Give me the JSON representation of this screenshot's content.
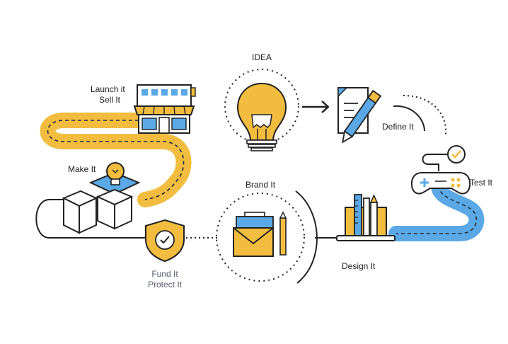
{
  "colors": {
    "yellow": "#f2bd3f",
    "blue": "#5aa9e6",
    "dark": "#1f2a36",
    "line": "#222222"
  },
  "steps": {
    "idea": "IDEA",
    "define": "Define It",
    "test": "Test It",
    "design": "Design It",
    "brand": "Brand It",
    "fund": "Fund It",
    "protect": "Protect It",
    "make": "Make It",
    "launch": "Launch it",
    "sell": "Sell It"
  },
  "icons": [
    "lightbulb-icon",
    "document-pen-icon",
    "gamepad-icon",
    "checkmark-icon",
    "ruler-pencil-icon",
    "envelope-icon",
    "shield-check-icon",
    "boxes-icon",
    "storefront-icon"
  ]
}
